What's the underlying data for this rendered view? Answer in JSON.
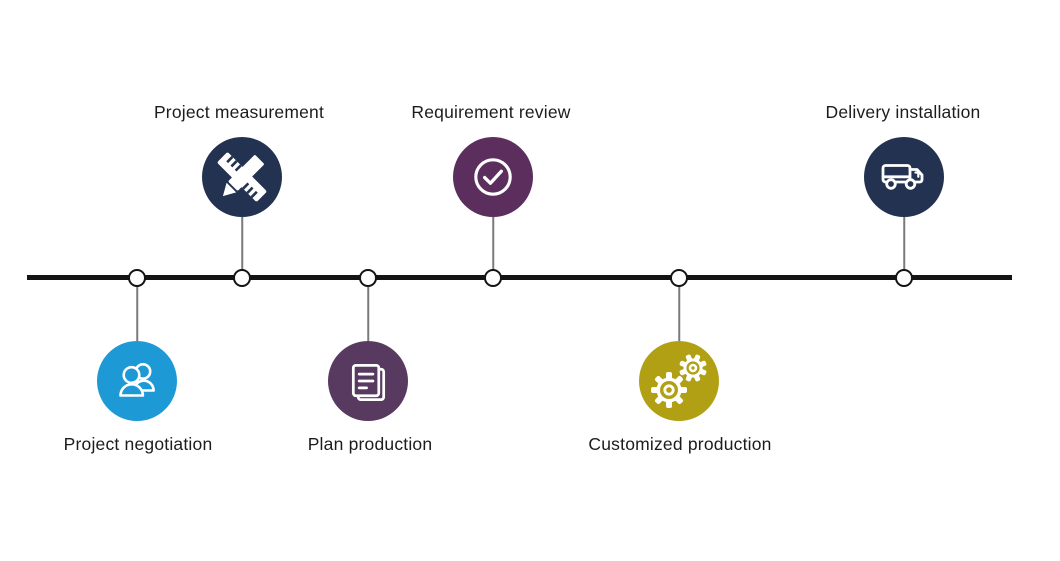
{
  "diagram": {
    "title": "",
    "type": "process-timeline",
    "steps": [
      {
        "label": "Project negotiation",
        "side": "below",
        "icon": "people-icon",
        "color_key": "blue"
      },
      {
        "label": "Project measurement",
        "side": "above",
        "icon": "ruler-pencil-icon",
        "color_key": "navy"
      },
      {
        "label": "Plan production",
        "side": "below",
        "icon": "document-icon",
        "color_key": "purple"
      },
      {
        "label": "Requirement review",
        "side": "above",
        "icon": "check-circle-icon",
        "color_key": "plum"
      },
      {
        "label": "Customized production",
        "side": "below",
        "icon": "gears-icon",
        "color_key": "gold"
      },
      {
        "label": "Delivery installation",
        "side": "above",
        "icon": "truck-icon",
        "color_key": "navy"
      }
    ],
    "colors": {
      "navy": "#233250",
      "blue": "#1d9ad6",
      "purple": "#583a61",
      "plum": "#5b2e5e",
      "gold": "#b2a014",
      "line": "#141414",
      "connector": "#7a7a7a",
      "text": "#1c1c1c"
    }
  }
}
